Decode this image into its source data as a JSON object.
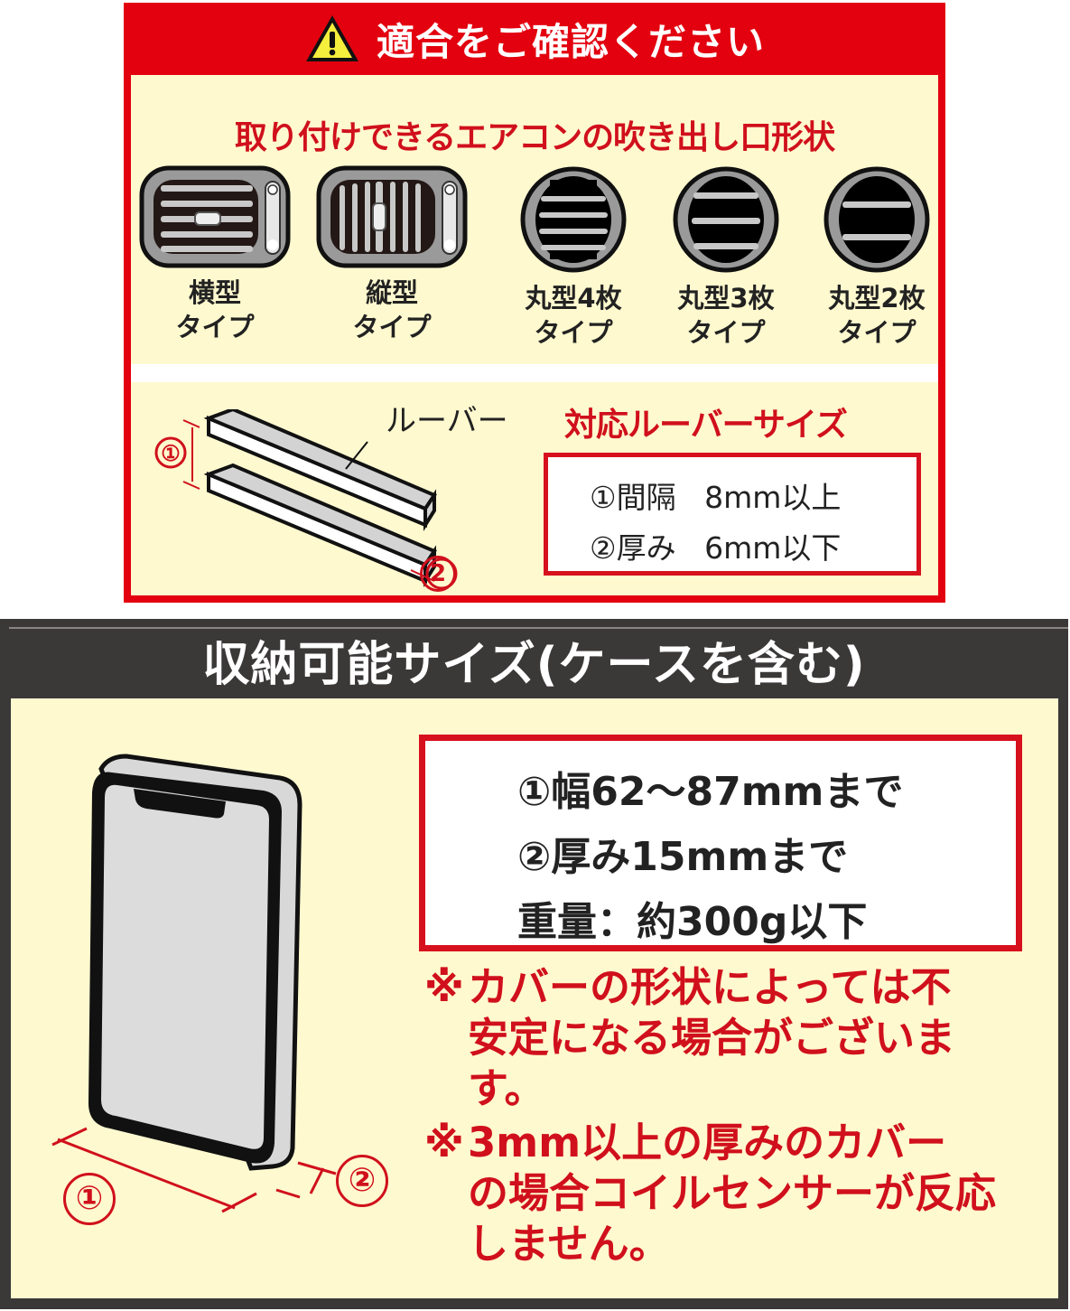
{
  "colors": {
    "red": "#e3000f",
    "text_red": "#d0101c",
    "cream": "#fff9cf",
    "dark": "#3b3838",
    "warning_yellow": "#f4ee3c"
  },
  "compat": {
    "header": {
      "icon": "warning-triangle-icon",
      "title": "適合をご確認ください"
    },
    "shapes_title": "取り付けできるエアコンの吹き出し口形状",
    "vents": [
      {
        "line1": "横型",
        "line2": "タイプ",
        "icon": "horizontal-vent-icon"
      },
      {
        "line1": "縦型",
        "line2": "タイプ",
        "icon": "vertical-vent-icon"
      },
      {
        "line1": "丸型4枚",
        "line2": "タイプ",
        "icon": "round-vent-4-icon"
      },
      {
        "line1": "丸型3枚",
        "line2": "タイプ",
        "icon": "round-vent-3-icon"
      },
      {
        "line1": "丸型2枚",
        "line2": "タイプ",
        "icon": "round-vent-2-icon"
      }
    ],
    "louver_diagram": {
      "label": "ルーバー",
      "marker1": "①",
      "marker2": "②"
    },
    "louver_size": {
      "title": "対応ルーバーサイズ",
      "rows": [
        {
          "label": "①間隔",
          "value": "8mm以上"
        },
        {
          "label": "②厚み",
          "value": "6mm以下"
        }
      ]
    }
  },
  "storage": {
    "title": "収納可能サイズ(ケースを含む)",
    "phone_diagram": {
      "marker1": "①",
      "marker2": "②"
    },
    "specs": [
      "①幅62～87mmまで",
      "②厚み15mmまで",
      "重量：約300g以下"
    ],
    "notes": [
      {
        "mark": "※",
        "line1": "カバーの形状によっては不",
        "rest": [
          "安定になる場合がございま",
          "す。"
        ]
      },
      {
        "mark": "※",
        "line1": "3mm以上の厚みのカバー",
        "rest": [
          "の場合コイルセンサーが反応",
          "しません。"
        ]
      }
    ]
  }
}
